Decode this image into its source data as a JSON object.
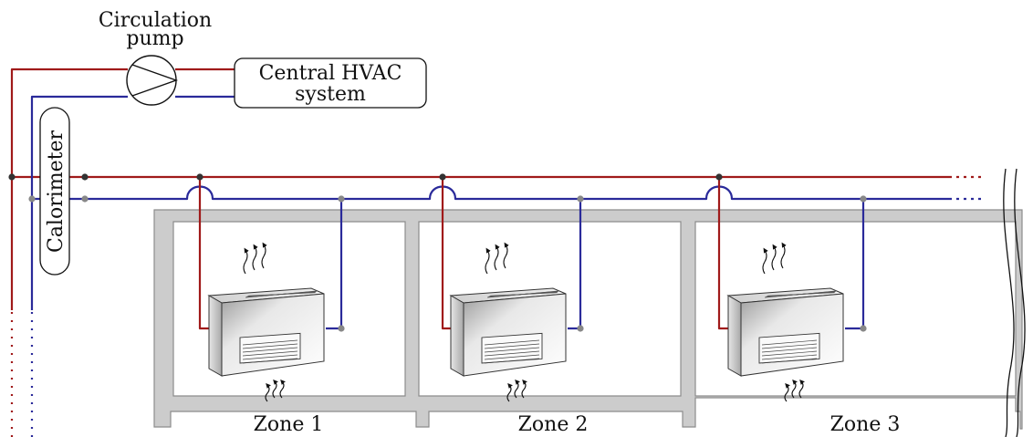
{
  "labels": {
    "pump": [
      "Circulation",
      "pump"
    ],
    "hvac": [
      "Central HVAC",
      "system"
    ],
    "calorimeter": "Calorimeter"
  },
  "zones": [
    {
      "name": "Zone 1"
    },
    {
      "name": "Zone 2"
    },
    {
      "name": "Zone 3"
    }
  ],
  "colors": {
    "supply": "#a01a1a",
    "return": "#2a2a9a",
    "wall": "#cccccc",
    "wall_stroke": "#8c8c8c"
  }
}
